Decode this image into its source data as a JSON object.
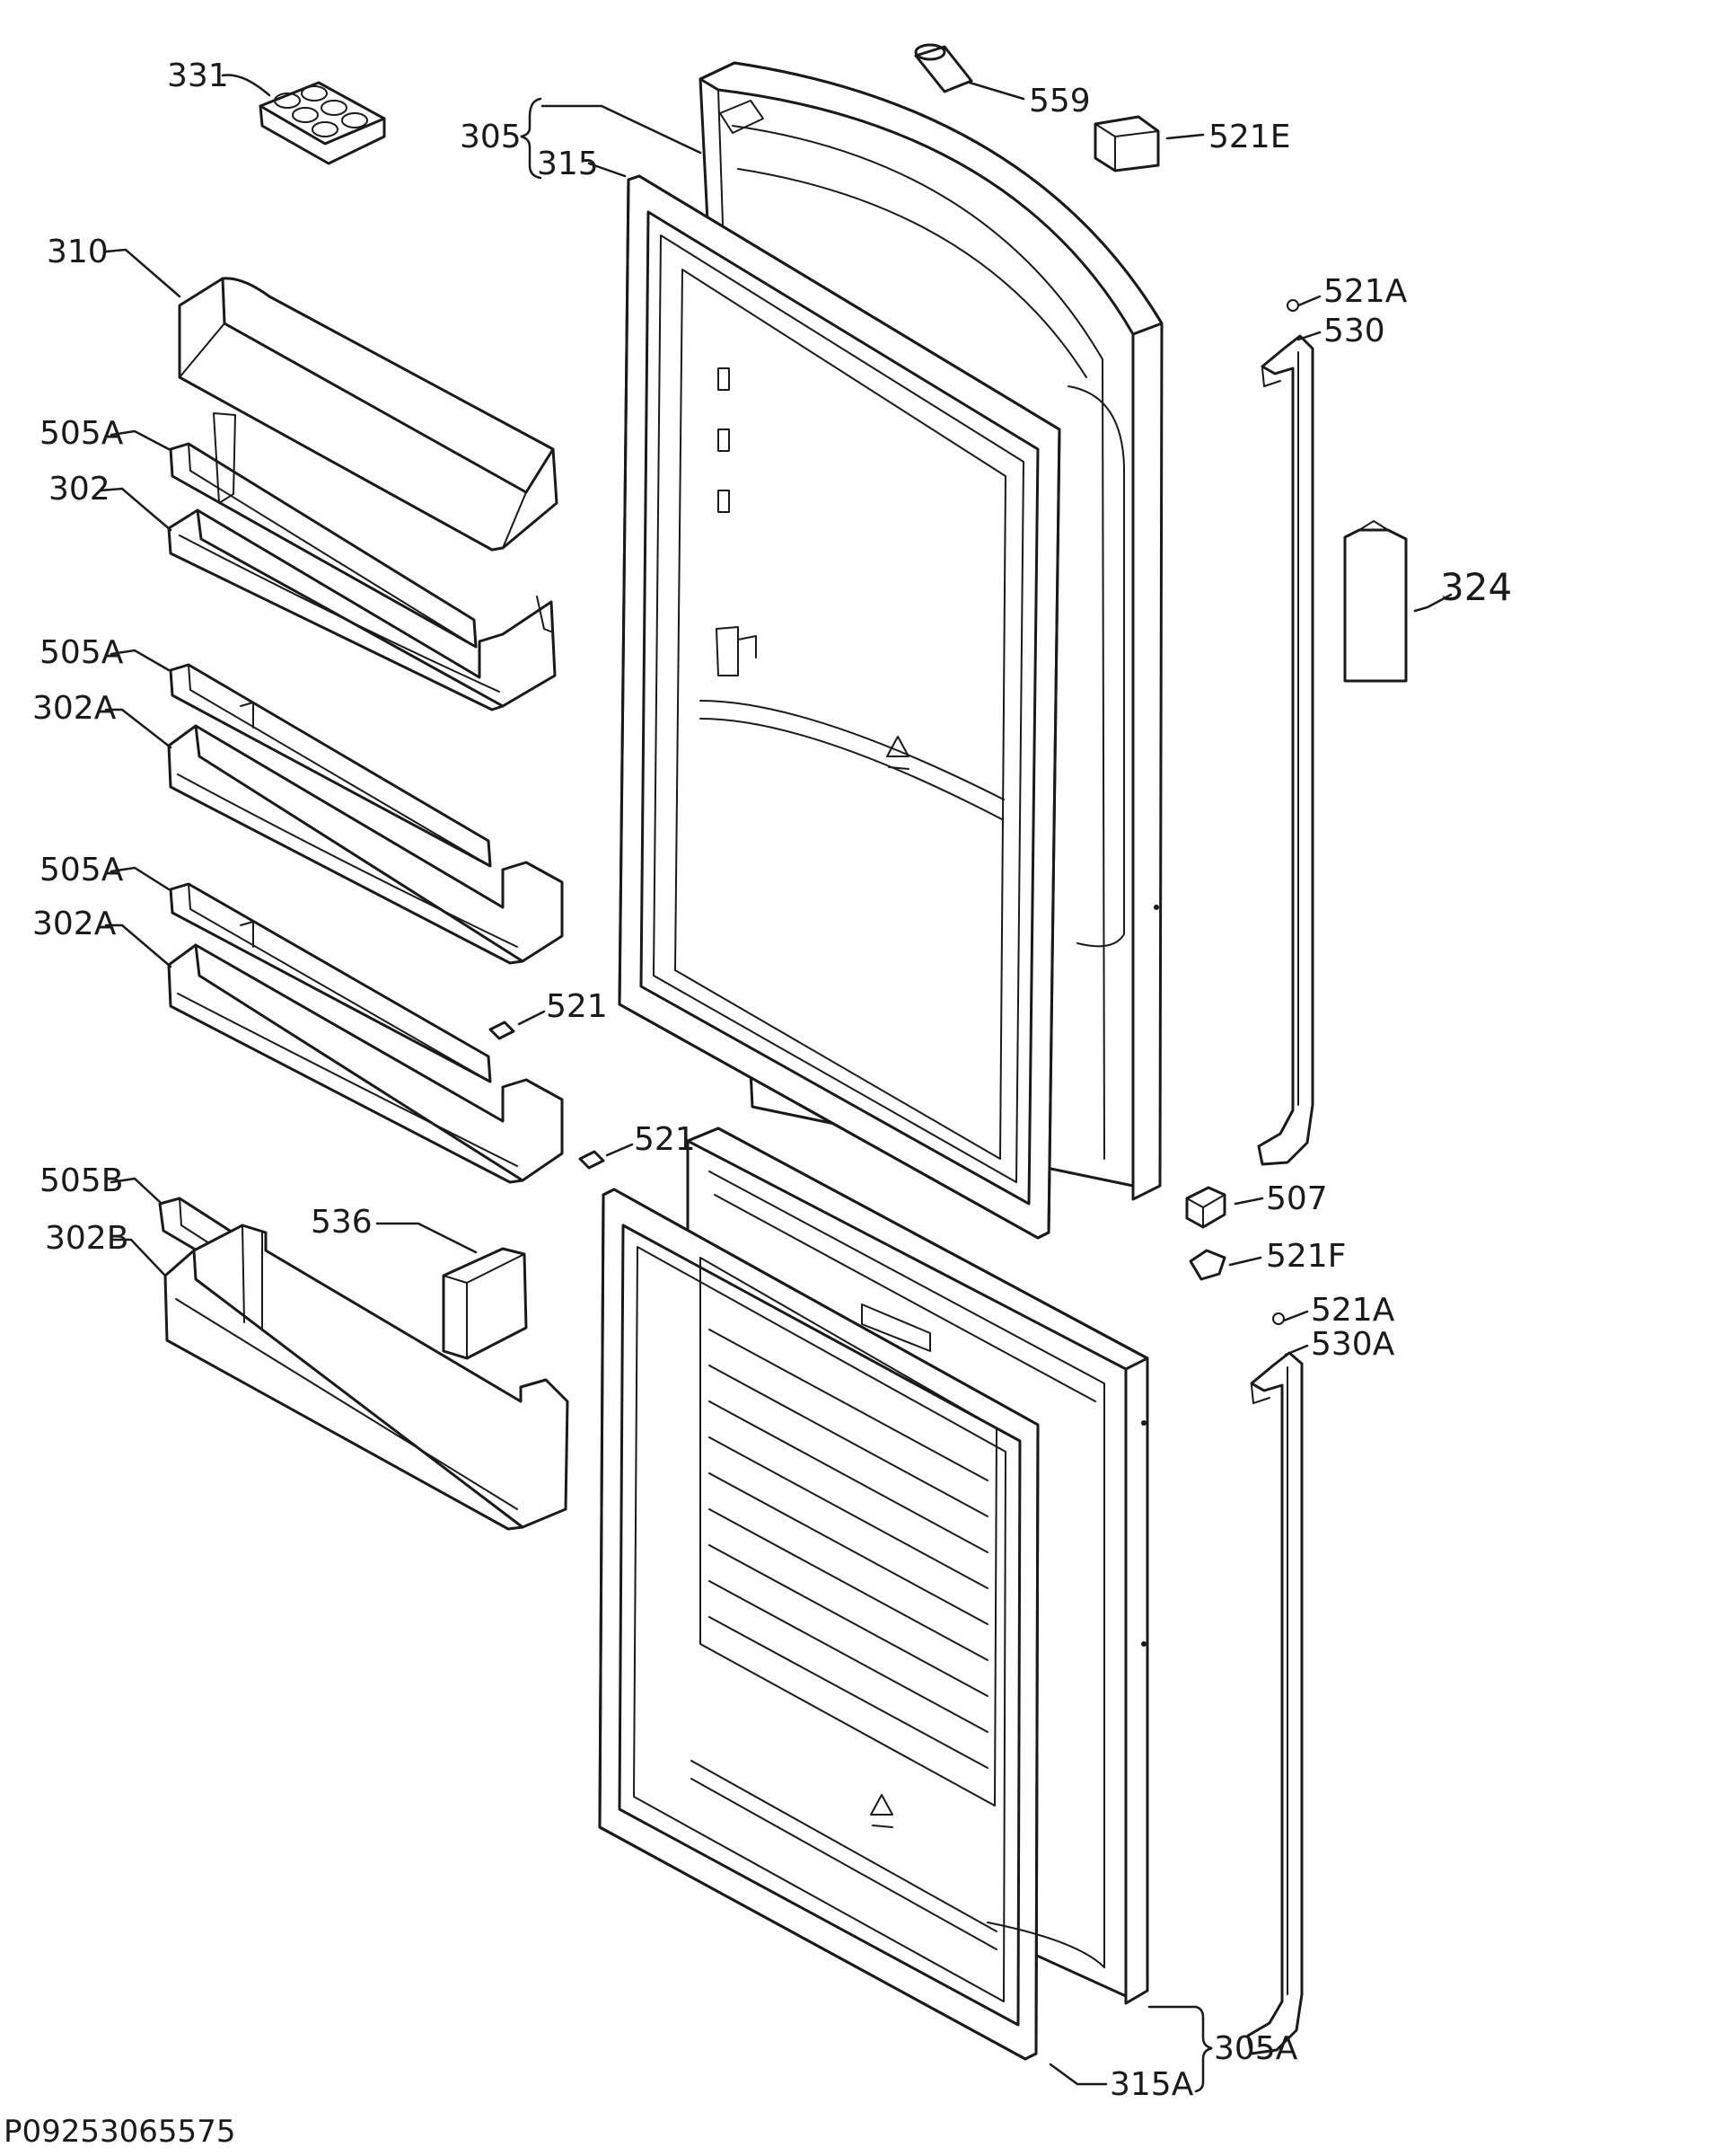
{
  "document_id": "P09253065575",
  "callouts": {
    "c331": "331",
    "c305": "305",
    "c315": "315",
    "c559": "559",
    "c521E": "521E",
    "c310": "310",
    "c521A_top": "521A",
    "c530": "530",
    "c505A_1": "505A",
    "c302": "302",
    "c324": "324",
    "c505A_2": "505A",
    "c302A_1": "302A",
    "c505A_3": "505A",
    "c302A_2": "302A",
    "c521_1": "521",
    "c521_2": "521",
    "c505B": "505B",
    "c507": "507",
    "c536": "536",
    "c302B": "302B",
    "c521F": "521F",
    "c521A_bottom": "521A",
    "c530A": "530A",
    "c315A": "315A",
    "c305A": "305A"
  }
}
